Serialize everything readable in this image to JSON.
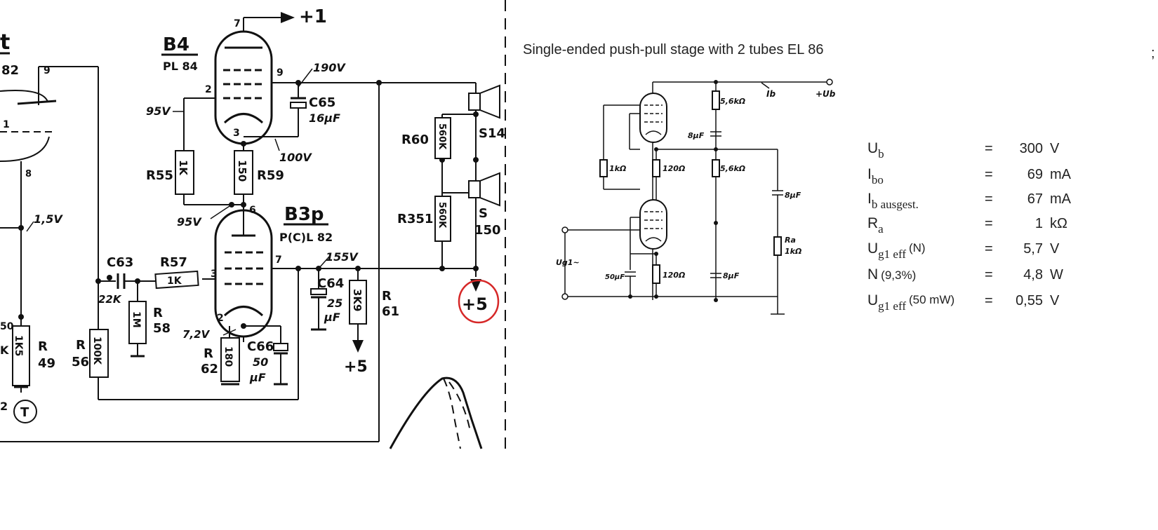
{
  "left_schematic": {
    "tube_b4": {
      "ref": "B4",
      "type": "PL 84",
      "pins": [
        "7",
        "9",
        "2",
        "3"
      ]
    },
    "tube_b3p": {
      "ref": "B3p",
      "type": "P(C)L 82",
      "pins": [
        "6",
        "7",
        "3",
        "2"
      ]
    },
    "tube_left": {
      "ref_partial": "t",
      "type_partial": "82",
      "pins": [
        "9",
        "1",
        "8"
      ]
    },
    "supply_top": "+1",
    "voltages": {
      "v190": "190V",
      "v95a": "95V",
      "v100": "100V",
      "v95b": "95V",
      "v155": "155V",
      "v72": "7,2V",
      "v15": "1,5V"
    },
    "components": {
      "c65": "C65",
      "c65_val": "16μF",
      "r55": "R55",
      "r55_val": "1K",
      "r59": "R59",
      "r59_val": "150",
      "r60": "R60",
      "r60_val": "560K",
      "s14": "S14",
      "r351": "R351",
      "r351_val": "560K",
      "s150_a": "S",
      "s150_b": "150",
      "c63": "C63",
      "c63_val": "22K",
      "r57": "R57",
      "r57_val": "1K",
      "r58_a": "R",
      "r58_b": "58",
      "r58_val": "1M",
      "r56_a": "R",
      "r56_b": "56",
      "r56_val": "100K",
      "r62_a": "R",
      "r62_b": "62",
      "r62_val": "180",
      "c66": "C66",
      "c66_val_a": "50",
      "c66_val_b": "μF",
      "c64": "C64",
      "c64_val_a": "25",
      "c64_val_b": "μF",
      "r3k9": "3K9",
      "r61_a": "R",
      "r61_b": "61",
      "r49_a": "R",
      "r49_b": "49",
      "r49_val": "1K5",
      "frag_50": "50",
      "frag_k": "K",
      "frag_2": "2",
      "t_circle": "T"
    },
    "supply_plus5": "+5",
    "supply_plus5_circled": "+5"
  },
  "right_panel": {
    "title": "Single-ended push-pull stage with 2 tubes EL 86",
    "edge_glyph": ";",
    "schematic_labels": {
      "r56k_top": "5,6kΩ",
      "ib": "Ib",
      "ub": "+Ub",
      "c8_top": "8μF",
      "r1k": "1kΩ",
      "r120_top": "120Ω",
      "r56k_mid": "5,6kΩ",
      "c8_right": "8μF",
      "ug1": "Ug1~",
      "c50": "50μF",
      "r120_bot": "120Ω",
      "c8_bot": "8μF",
      "ra_a": "Ra",
      "ra_b": "1kΩ"
    },
    "specs": [
      {
        "sym": "U",
        "sub": "b",
        "suffix": "",
        "eq": "=",
        "num": "300",
        "unit": "V"
      },
      {
        "sym": "I",
        "sub": "bo",
        "suffix": "",
        "eq": "=",
        "num": "69",
        "unit": "mA"
      },
      {
        "sym": "I",
        "sub": "b ausgest.",
        "suffix": "",
        "eq": "=",
        "num": "67",
        "unit": "mA"
      },
      {
        "sym": "R",
        "sub": "a",
        "suffix": "",
        "eq": "=",
        "num": "1",
        "unit": "kΩ"
      },
      {
        "sym": "U",
        "sub": "g1 eff",
        "suffix": "(N)",
        "eq": "=",
        "num": "5,7",
        "unit": "V"
      },
      {
        "sym": "N",
        "sub": "",
        "suffix": "(9,3%)",
        "eq": "=",
        "num": "4,8",
        "unit": "W"
      },
      {
        "sym": "U",
        "sub": "g1 eff",
        "suffix": "(50 mW)",
        "eq": "=",
        "num": "0,55",
        "unit": "V"
      }
    ]
  },
  "colors": {
    "ink": "#111111",
    "highlight": "#d62828",
    "paper": "#ffffff"
  }
}
